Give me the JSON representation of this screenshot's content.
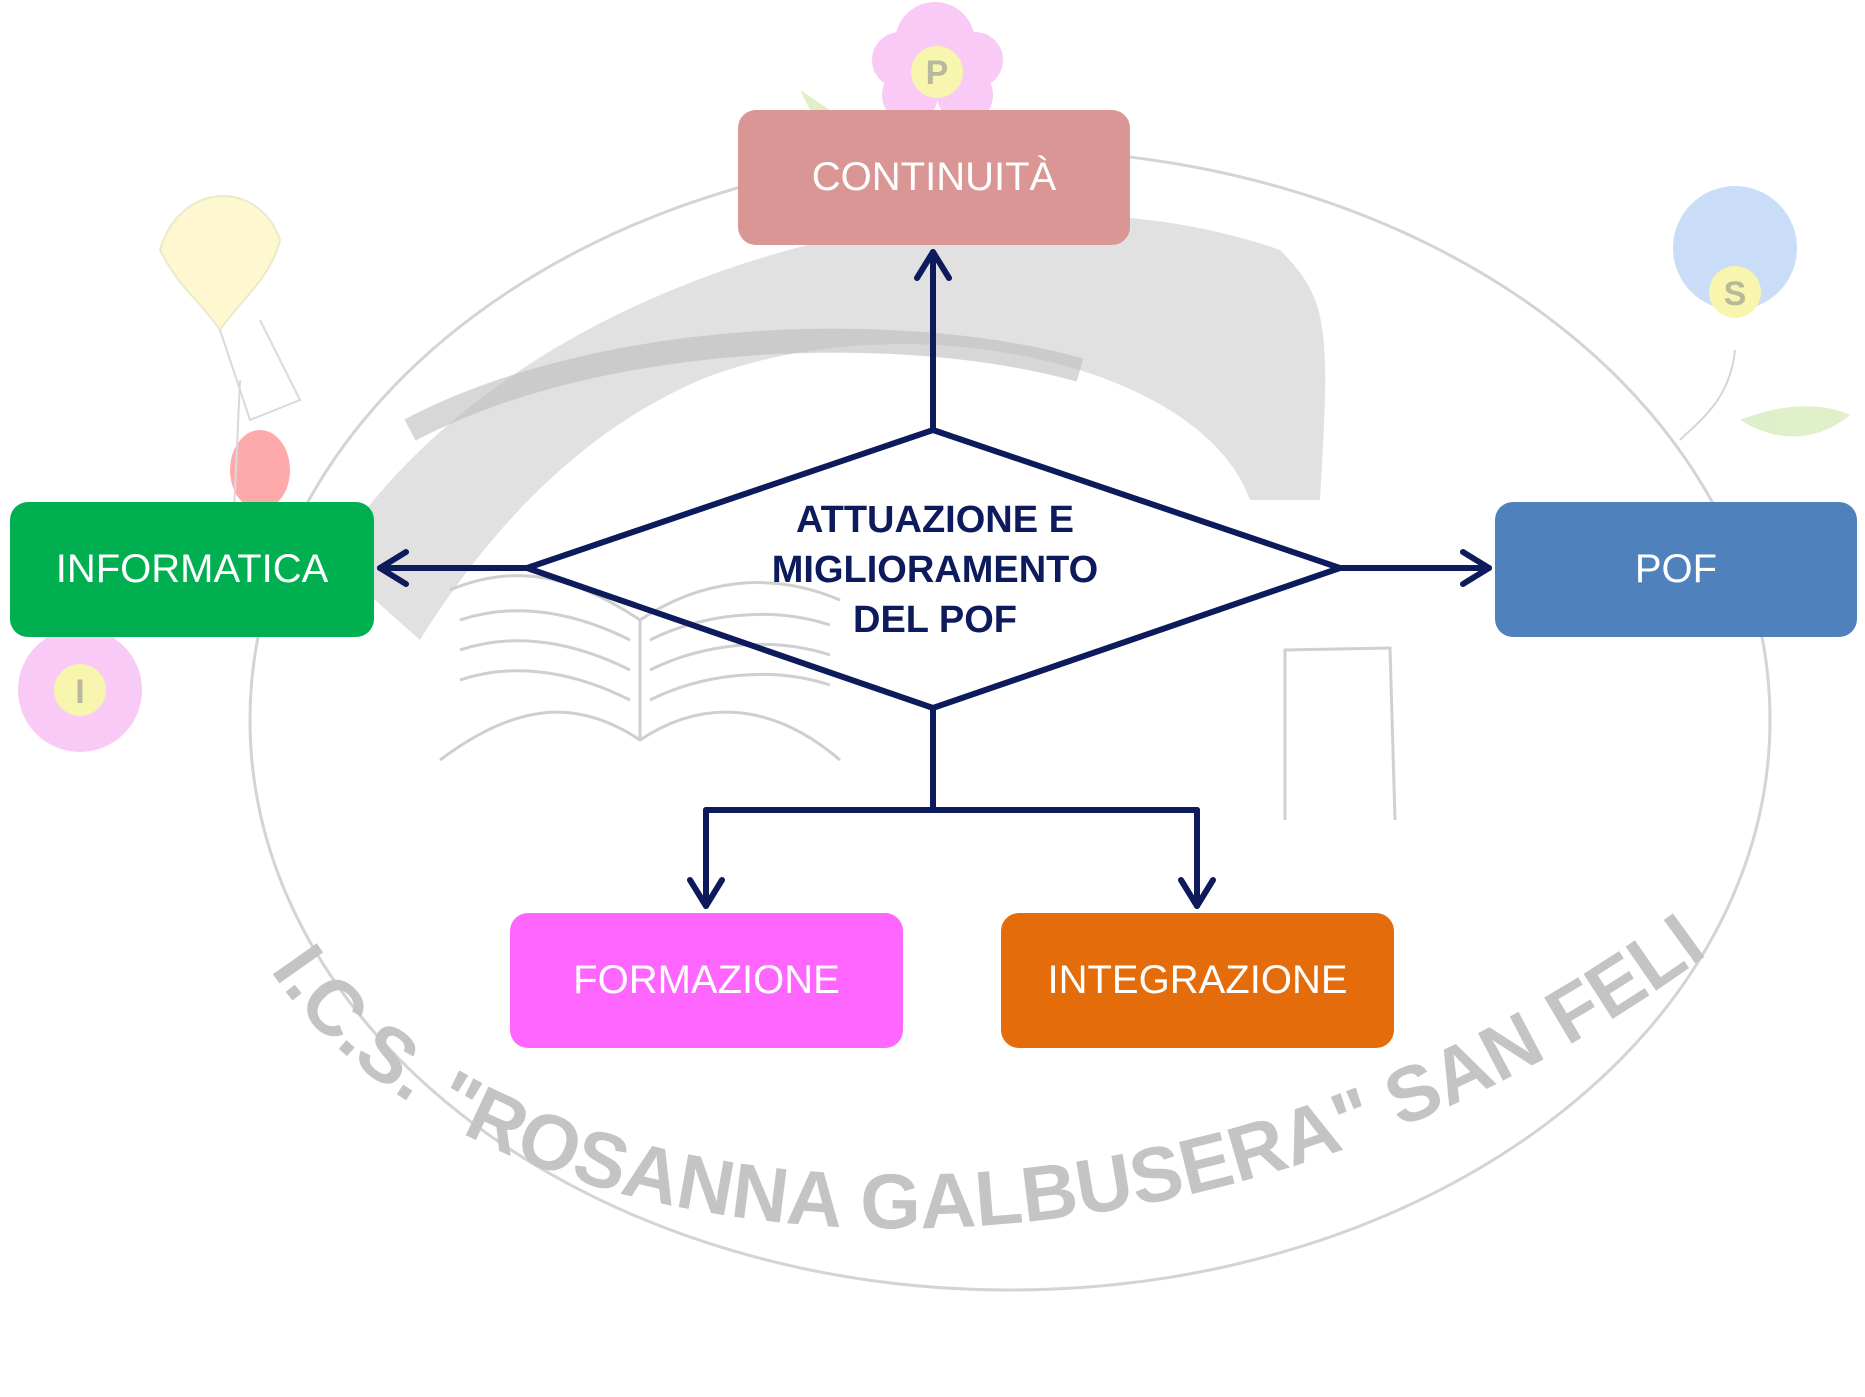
{
  "watermark": {
    "school_name": "I.C.S. \"ROSANNA GALBUSERA\" SAN FELICE - NOVEGRO",
    "flower_letters": [
      "P",
      "S",
      "I"
    ]
  },
  "diagram": {
    "center": {
      "lines": [
        "ATTUAZIONE E",
        "MIGLIORAMENTO",
        "DEL POF"
      ],
      "color": "#0d1a5c"
    },
    "nodes": {
      "continuita": {
        "label": "CONTINUITÀ",
        "color": "#d99694"
      },
      "informatica": {
        "label": "INFORMATICA",
        "color": "#00b050"
      },
      "pof": {
        "label": "POF",
        "color": "#4f81bd"
      },
      "formazione": {
        "label": "FORMAZIONE",
        "color": "#ff66ff"
      },
      "integrazione": {
        "label": "INTEGRAZIONE",
        "color": "#e46c0a"
      }
    },
    "connector_color": "#0d1a5c"
  }
}
